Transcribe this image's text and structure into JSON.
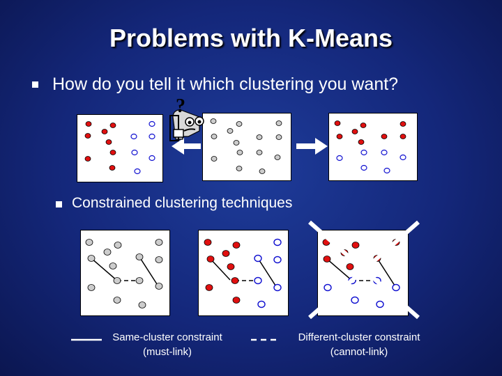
{
  "slide": {
    "title": "Problems with K-Means",
    "bullet1": "How do you tell it which clustering you want?",
    "bullet2": "Constrained clustering techniques",
    "legend": {
      "same_line1": "Same-cluster constraint",
      "same_line2": "(must-link)",
      "diff_line1": "Different-cluster constraint",
      "diff_line2": "(cannot-link)"
    },
    "question_mark": "?"
  },
  "colors": {
    "background": "#14277a",
    "red_point": "#e01010",
    "blue_point": "#1010d0",
    "gray_point": "#cccccc",
    "text": "#ffffff"
  },
  "icons": [
    "confused-face-icon",
    "left-arrow-icon",
    "right-arrow-icon",
    "bullet-square-icon"
  ]
}
